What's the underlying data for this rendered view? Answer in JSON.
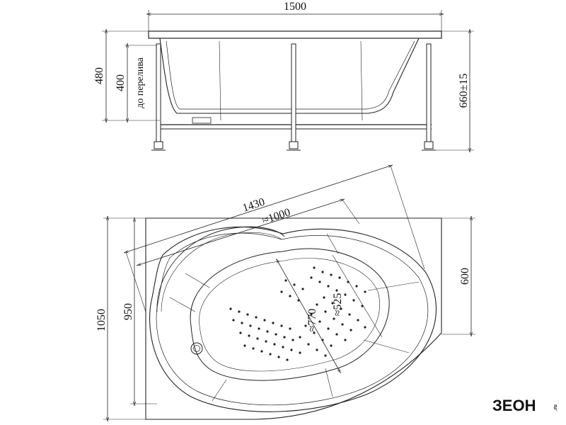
{
  "dimensions": {
    "side_width": "1500",
    "side_height_total": "480",
    "side_height_overflow": "400",
    "overflow_note": "до перелива",
    "side_height_with_legs": "660±15",
    "top_diagonal": "1430",
    "top_diag_inner": "≈1000",
    "top_inner_width": "≈525",
    "top_inner_length": "≈770",
    "top_height_total": "1050",
    "top_height_inner": "950",
    "top_side_height": "600"
  },
  "brand": {
    "logo": "ЗЕОН",
    "domain_suffix": ".ru",
    "accent": "#3a9c3a"
  },
  "colors": {
    "line": "#222222",
    "background": "#ffffff"
  }
}
